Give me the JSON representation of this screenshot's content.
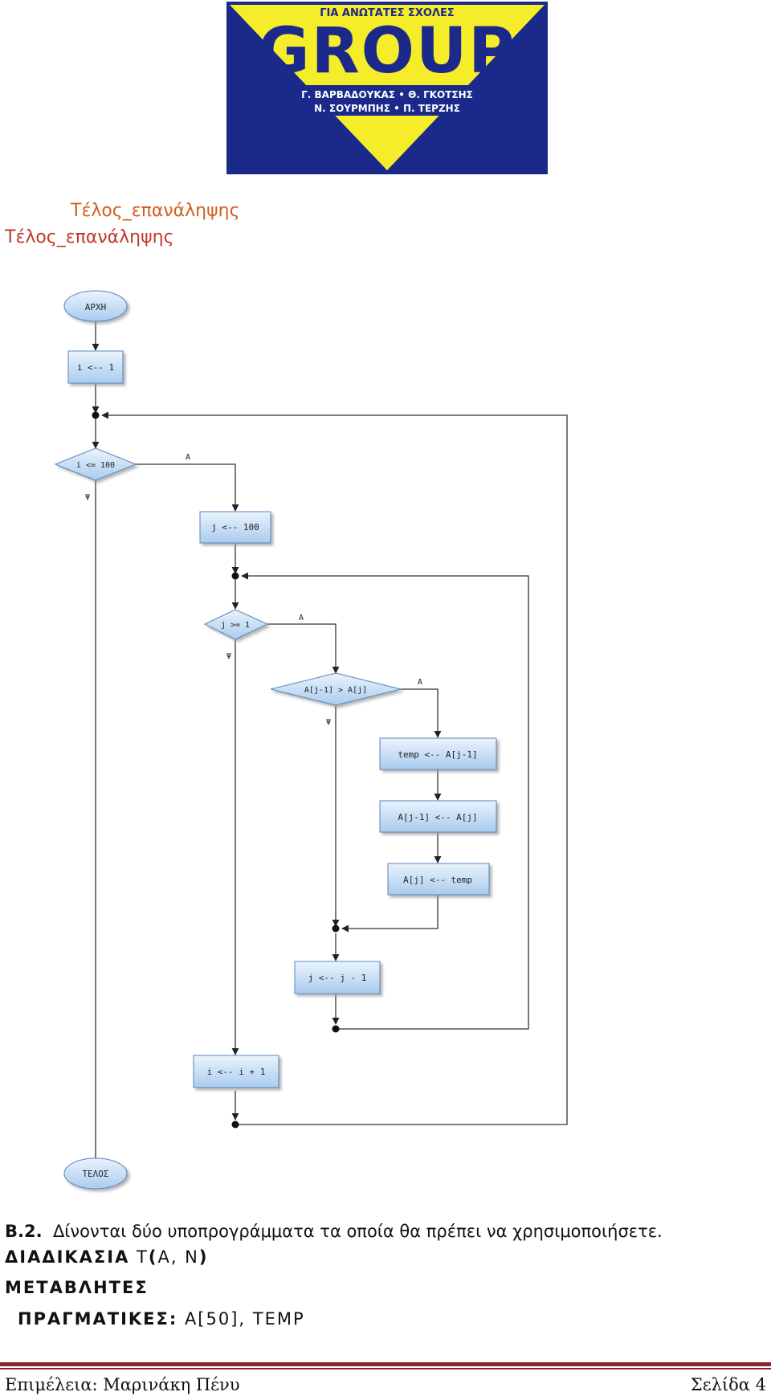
{
  "logo": {
    "subtitle": "ΓΙΑ ΑΝΩΤΑΤΕΣ ΣΧΟΛΕΣ",
    "brand": "GROUP",
    "line1": "Γ. ΒΑΡΒΑΔΟΥΚΑΣ • Θ. ΓΚΟΤΣΗΣ",
    "line2": "Ν. ΣΟΥΡΜΠΗΣ • Π. ΤΕΡΖΗΣ",
    "colors": {
      "navy": "#1b2a8a",
      "yellow": "#f5ec2a",
      "blue_text": "#1b2a8a"
    }
  },
  "code_tail": {
    "inner_end": "Τέλος_επανάληψης",
    "outer_end": "Τέλος_επανάληψης"
  },
  "flowchart": {
    "start": "ΑΡΧΗ",
    "init_i": "i <-- 1",
    "cond_i": "i <= 100",
    "yes1": "Α",
    "no1": "Ψ",
    "init_j": "j <-- 100",
    "cond_j": "j >= 1",
    "yes2": "Α",
    "no2": "Ψ",
    "cond_cmp": "A[j-1] > A[j]",
    "yes3": "Α",
    "no3": "Ψ",
    "swap1": "temp <-- A[j-1]",
    "swap2": "A[j-1] <-- A[j]",
    "swap3": "A[j] <-- temp",
    "dec_j": "j <-- j - 1",
    "inc_i": "i <-- i + 1",
    "end": "ΤΕΛΟΣ"
  },
  "section": {
    "number": "Β.2.",
    "text": "Δίνονται δύο υποπρογράμματα τα οποία θα πρέπει να χρησιμοποιήσετε.",
    "proc_kw": "ΔΙΑΔΙΚΑΣΙΑ",
    "proc_sig_name": "Τ",
    "proc_open": "(",
    "proc_args": "Α, Ν",
    "proc_close": ")",
    "vars_kw": "ΜΕΤΑΒΛΗΤΕΣ",
    "reals_kw": "ΠΡΑΓΜΑΤΙΚΕΣ:",
    "reals_list": "Α[50], ΤΕΜΡ"
  },
  "footer": {
    "left": "Επιμέλεια: Μαρινάκη Πένυ",
    "right": "Σελίδα 4",
    "rule_color": "#8b2230"
  }
}
